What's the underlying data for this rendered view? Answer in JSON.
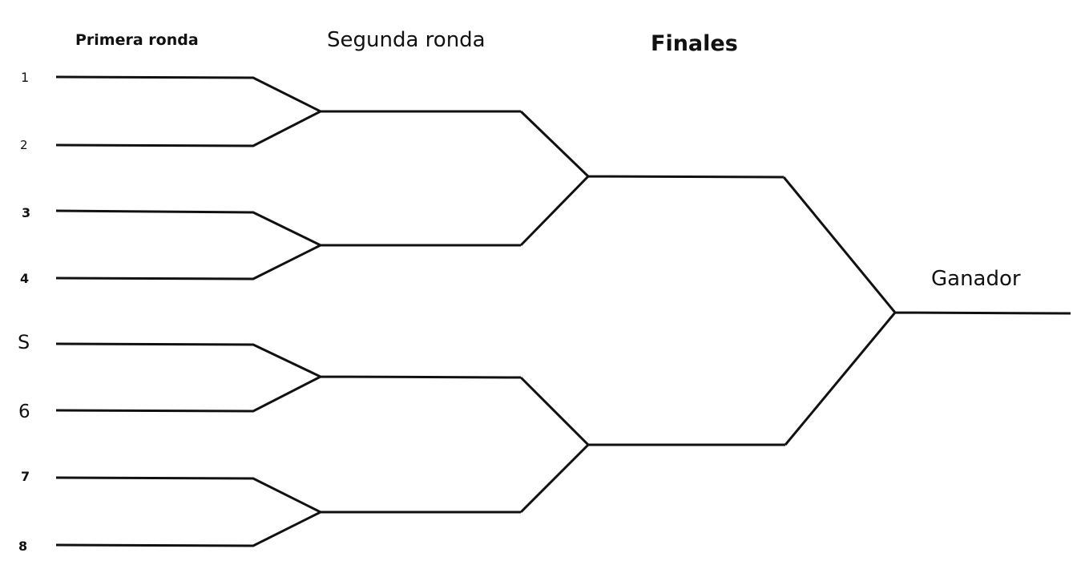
{
  "headers": {
    "round1": "Primera ronda",
    "round2": "Segunda ronda",
    "finals": "Finales",
    "winner": "Ganador"
  },
  "seeds": [
    "1",
    "2",
    "3",
    "4",
    "S",
    "6",
    "7",
    "8"
  ]
}
